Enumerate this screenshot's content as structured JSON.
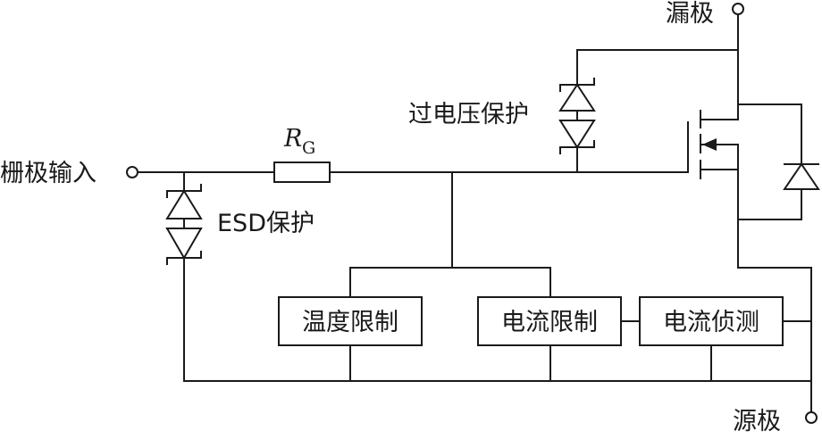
{
  "labels": {
    "drain": "漏极",
    "source": "源极",
    "gate_input": "栅极输入",
    "resistor_main": "R",
    "resistor_sub": "G",
    "esd": "ESD保护",
    "overvoltage": "过电压保护"
  },
  "blocks": {
    "temp_limit": "温度限制",
    "current_limit": "电流限制",
    "current_sense": "电流侦测"
  }
}
